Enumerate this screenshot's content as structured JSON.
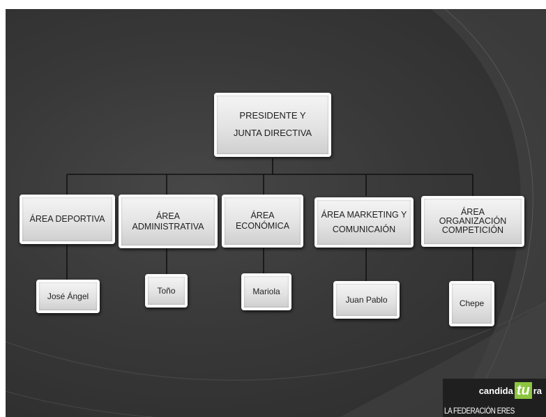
{
  "org_chart": {
    "root": {
      "lines": [
        "PRESIDENTE Y",
        "JUNTA DIRECTIVA"
      ]
    },
    "areas": [
      {
        "lines": [
          "ÁREA DEPORTIVA"
        ],
        "person": "José Ángel"
      },
      {
        "lines": [
          "ÁREA",
          "ADMINISTRATIVA"
        ],
        "person": "Toño"
      },
      {
        "lines": [
          "ÁREA",
          "ECONÓMICA"
        ],
        "person": "Mariola"
      },
      {
        "lines": [
          "ÁREA MARKETING Y",
          "COMUNICAIÓN"
        ],
        "person": "Juan Pablo"
      },
      {
        "lines": [
          "ÁREA",
          "ORGANIZACIÓN",
          "COMPETICIÓN"
        ],
        "person": "Chepe"
      }
    ]
  },
  "logo": {
    "word": "candida",
    "highlight": "tu",
    "suffix": "ra",
    "tagline": "LA FEDERACIÓN ERES"
  },
  "colors": {
    "background": "#333333",
    "node_fill": "#e6e6e6",
    "connector": "#111111",
    "logo_accent": "#8cc63f"
  }
}
